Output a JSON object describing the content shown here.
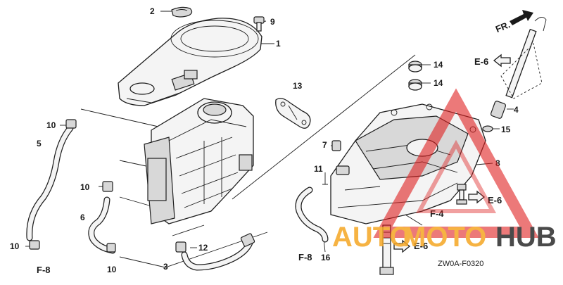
{
  "diagram": {
    "drawing_code": "ZW0A-F0320",
    "direction_label": "FR.",
    "part_numbers": {
      "p1": "1",
      "p2": "2",
      "p3": "3",
      "p4": "4",
      "p5": "5",
      "p6": "6",
      "p7": "7",
      "p8": "8",
      "p9": "9",
      "p10": "10",
      "p11": "11",
      "p12": "12",
      "p13": "13",
      "p14": "14",
      "p15": "15",
      "p16": "16"
    },
    "section_refs": {
      "e6": "E-6",
      "f4": "F-4",
      "f8": "F-8"
    }
  },
  "watermark": {
    "text_a": "AUTO",
    "text_b": "MOTO",
    "text_c": "HUB",
    "color_orange": "#f5a623",
    "color_red": "#e02020",
    "color_dark": "#2b2b2b"
  }
}
